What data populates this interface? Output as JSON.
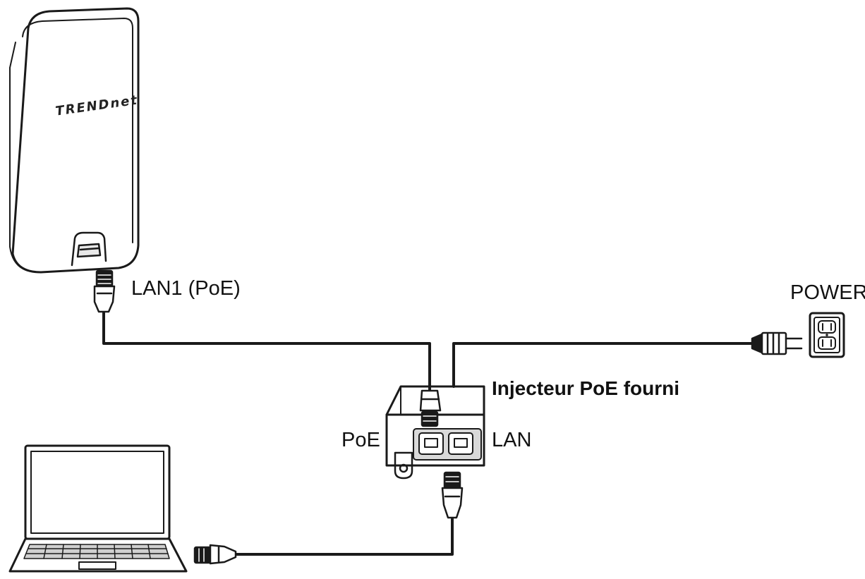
{
  "device": {
    "brand": "TRENDnet",
    "port_label": "LAN1 (PoE)"
  },
  "outlet": {
    "label": "POWER"
  },
  "injector": {
    "title": "Injecteur PoE fourni",
    "poe_label": "PoE",
    "lan_label": "LAN"
  }
}
